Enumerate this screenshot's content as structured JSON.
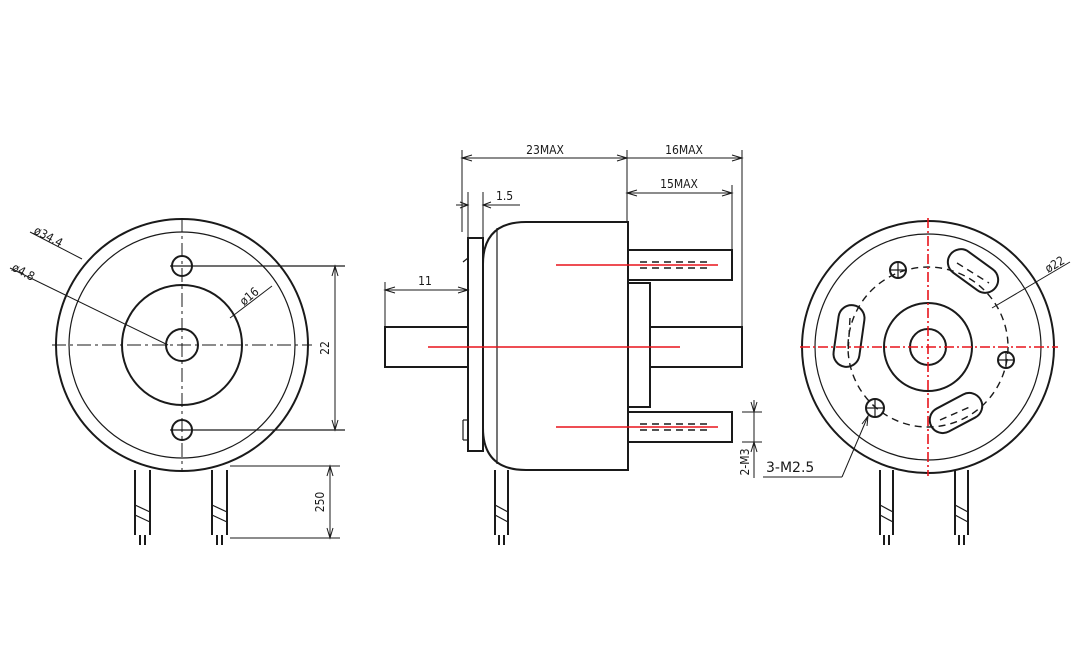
{
  "drawing": {
    "front_view": {
      "dia_outer": "ø34.4",
      "dia_hole": "ø4.8",
      "dia_boss": "ø16",
      "height_dim": "22",
      "lead_length": "250"
    },
    "side_view": {
      "total_length": "23MAX",
      "rear_length": "16MAX",
      "terminal_length": "15MAX",
      "flange_thickness": "1.5",
      "shaft_length": "11",
      "mount_thread": "2-M3"
    },
    "rear_view": {
      "dia_pitch": "ø22",
      "screw_holes": "3-M2.5"
    }
  },
  "colors": {
    "line": "#1a1a1a",
    "centerline": "#e8141c"
  }
}
